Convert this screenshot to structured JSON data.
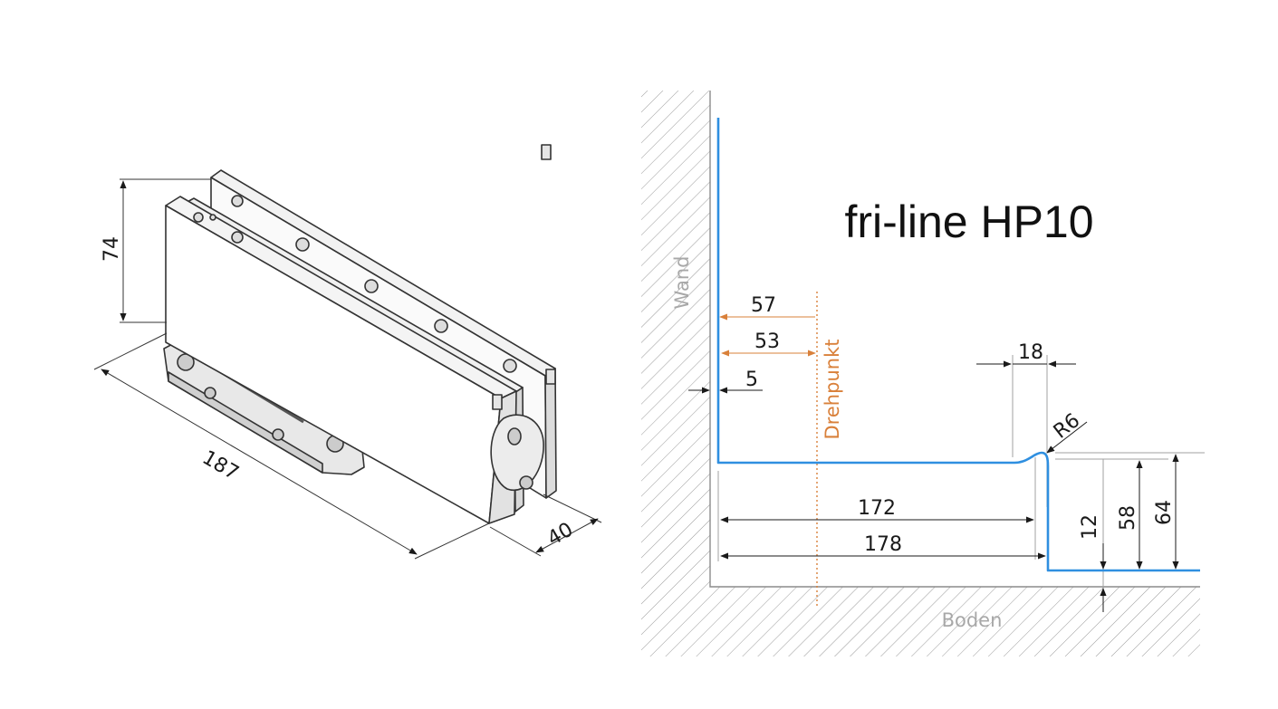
{
  "title": "fri-line HP10",
  "colors": {
    "profile": "#2f8fe0",
    "pivot": "#d9803a",
    "hatch": "#9a9a9a",
    "label_grey": "#a8a8a8"
  },
  "labels": {
    "wall": "Wand",
    "floor": "Boden",
    "pivot": "Drehpunkt"
  },
  "iso_dims": {
    "height": "74",
    "length": "187",
    "depth": "40"
  },
  "section_dims": {
    "d57": "57",
    "d53": "53",
    "d5": "5",
    "d18": "18",
    "r6": "R6",
    "d172": "172",
    "d178": "178",
    "d12": "12",
    "d58": "58",
    "d64": "64"
  }
}
